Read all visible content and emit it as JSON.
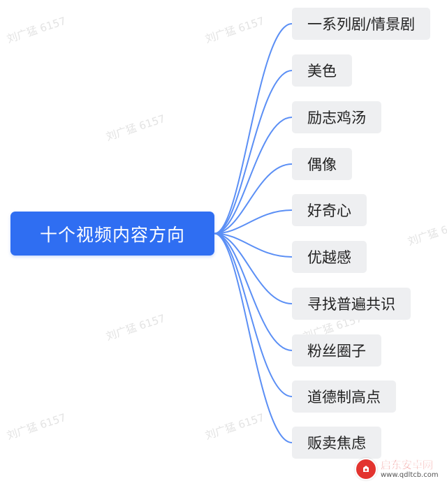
{
  "root": {
    "label": "十个视频内容方向"
  },
  "children": [
    {
      "label": "一系列剧/情景剧"
    },
    {
      "label": "美色"
    },
    {
      "label": "励志鸡汤"
    },
    {
      "label": "偶像"
    },
    {
      "label": "好奇心"
    },
    {
      "label": "优越感"
    },
    {
      "label": "寻找普遍共识"
    },
    {
      "label": "粉丝圈子"
    },
    {
      "label": "道德制高点"
    },
    {
      "label": "贩卖焦虑"
    }
  ],
  "watermark": {
    "text": "刘广猛 6157"
  },
  "branding": {
    "name": "启东安卓网",
    "url": "www.qdltcb.com"
  },
  "colors": {
    "root_fill": "#2f6ef2",
    "connector": "#5b8ff5",
    "child_fill": "#eeeff1",
    "brand": "#e3342f"
  }
}
